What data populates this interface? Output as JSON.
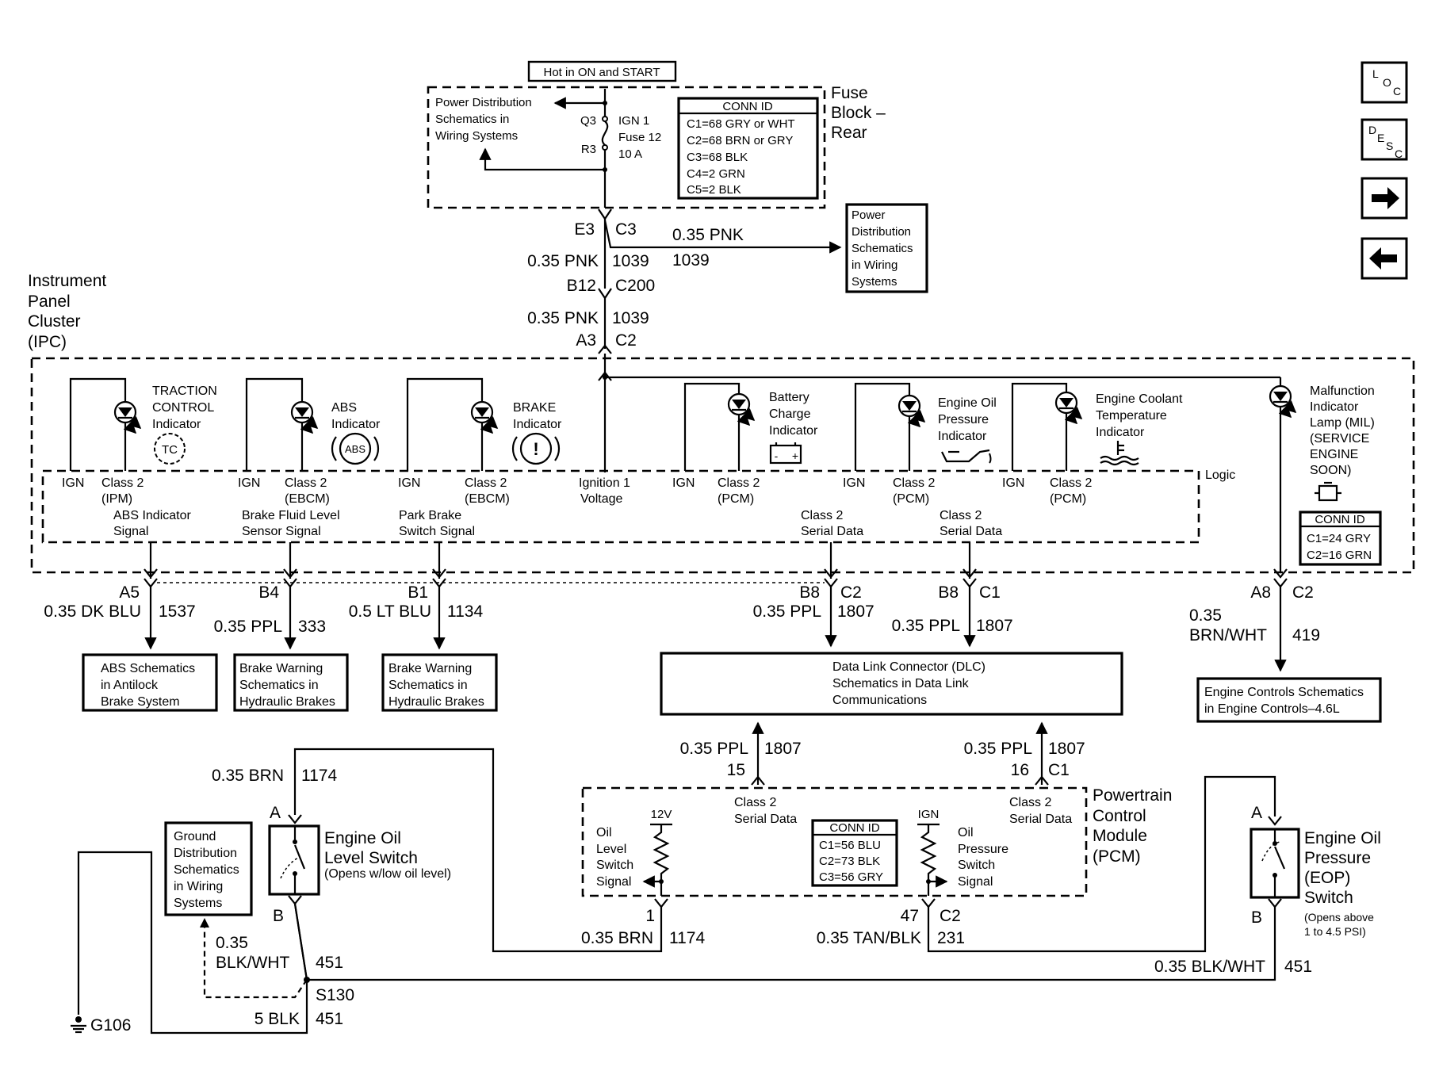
{
  "hot_label": "Hot in ON and START",
  "fuse_block": {
    "name": [
      "Fuse",
      "Block –",
      "Rear"
    ],
    "pd_ref": [
      "Power Distribution",
      "Schematics in",
      "Wiring Systems"
    ],
    "q3": "Q3",
    "r3": "R3",
    "fuse": [
      "IGN 1",
      "Fuse 12",
      "10 A"
    ],
    "conn_title": "CONN ID",
    "conn": [
      "C1=68 GRY or WHT",
      "C2=68 BRN or GRY",
      "C3=68 BLK",
      "C4=2 GRN",
      "C5=2 BLK"
    ]
  },
  "feed": {
    "e3": "E3",
    "c3": "C3",
    "wire_left": "0.35 PNK",
    "circ_left": "1039",
    "wire_right": "0.35 PNK",
    "circ_right": "1039",
    "pd_ref": [
      "Power",
      "Distribution",
      "Schematics",
      "in Wiring",
      "Systems"
    ],
    "b12": "B12",
    "c200": "C200",
    "wire2": "0.35 PNK",
    "circ2": "1039",
    "a3": "A3",
    "c2": "C2"
  },
  "ipc": {
    "name": [
      "Instrument",
      "Panel",
      "Cluster",
      "(IPC)"
    ],
    "logic": "Logic",
    "tc_label": [
      "TRACTION",
      "CONTROL",
      "Indicator"
    ],
    "tc_icon": "TC",
    "abs_label": [
      "ABS",
      "Indicator"
    ],
    "abs_icon": "ABS",
    "brake_label": [
      "BRAKE",
      "Indicator"
    ],
    "brake_icon": "!",
    "batt_label": [
      "Battery",
      "Charge",
      "Indicator"
    ],
    "oil_label": [
      "Engine Oil",
      "Pressure",
      "Indicator"
    ],
    "coolant_label": [
      "Engine Coolant",
      "Temperature",
      "Indicator"
    ],
    "mil_label": [
      "Malfunction",
      "Indicator",
      "Lamp (MIL)",
      "(SERVICE",
      "ENGINE",
      "SOON)"
    ],
    "mil_conn_title": "CONN ID",
    "mil_conn": [
      "C1=24 GRY",
      "C2=16 GRN"
    ],
    "ign": "IGN",
    "class2_ipm": [
      "Class 2",
      "(IPM)"
    ],
    "class2_ebcm": [
      "Class 2",
      "(EBCM)"
    ],
    "class2_pcm": [
      "Class 2",
      "(PCM)"
    ],
    "ignition_v": [
      "Ignition 1",
      "Voltage"
    ],
    "abs_sig": [
      "ABS Indicator",
      "Signal"
    ],
    "fluid_sig": [
      "Brake Fluid Level",
      "Sensor Signal"
    ],
    "park_sig": [
      "Park Brake",
      "Switch Signal"
    ],
    "serial": [
      "Class 2",
      "Serial Data"
    ]
  },
  "outputs": {
    "a5": "A5",
    "a5_wire": "0.35 DK BLU",
    "a5_circ": "1537",
    "b4": "B4",
    "b4_wire": "0.35 PPL",
    "b4_circ": "333",
    "b1": "B1",
    "b1_wire": "0.5 LT BLU",
    "b1_circ": "1134",
    "b8c2": "B8",
    "c2": "C2",
    "b8c2_wire": "0.35 PPL",
    "b8c2_circ": "1807",
    "b8c1": "B8",
    "c1": "C1",
    "b8c1_wire": "0.35 PPL",
    "b8c1_circ": "1807",
    "a8": "A8",
    "a8c2": "C2",
    "a8_wire": [
      "0.35",
      "BRN/WHT"
    ],
    "a8_circ": "419"
  },
  "refs": {
    "abs": [
      "ABS Schematics",
      "in Antilock",
      "Brake System"
    ],
    "brake1": [
      "Brake Warning",
      "Schematics in",
      "Hydraulic Brakes"
    ],
    "brake2": [
      "Brake Warning",
      "Schematics in",
      "Hydraulic Brakes"
    ],
    "dlc": [
      "Data Link Connector (DLC)",
      "Schematics in Data Link",
      "Communications"
    ],
    "engine": [
      "Engine Controls Schematics",
      "in Engine Controls–4.6L"
    ],
    "ground": [
      "Ground",
      "Distribution",
      "Schematics",
      "in Wiring",
      "Systems"
    ]
  },
  "pcm": {
    "name": [
      "Powertrain",
      "Control",
      "Module",
      "(PCM)"
    ],
    "dlc_w1": "0.35 PPL",
    "dlc_c1": "1807",
    "pin15": "15",
    "dlc_w2": "0.35 PPL",
    "dlc_c2": "1807",
    "pin16": "16",
    "c1": "C1",
    "serial": [
      "Class 2",
      "Serial Data"
    ],
    "conn_title": "CONN ID",
    "conn": [
      "C1=56 BLU",
      "C2=73 BLK",
      "C3=56 GRY"
    ],
    "v12": "12V",
    "ign": "IGN",
    "oil_level": [
      "Oil",
      "Level",
      "Switch",
      "Signal"
    ],
    "oil_press": [
      "Oil",
      "Pressure",
      "Switch",
      "Signal"
    ],
    "pin1": "1",
    "pin47": "47",
    "c2": "C2",
    "w1": "0.35 BRN",
    "w1c": "1174",
    "w47": "0.35 TAN/BLK",
    "w47c": "231"
  },
  "oil_level_sw": {
    "wire": "0.35 BRN",
    "circ": "1174",
    "a": "A",
    "b": "B",
    "name": [
      "Engine Oil",
      "Level Switch"
    ],
    "note": "(Opens w/low oil level)"
  },
  "eop": {
    "a": "A",
    "b": "B",
    "name": [
      "Engine Oil",
      "Pressure",
      "(EOP)",
      "Switch"
    ],
    "note": [
      "(Opens above",
      "1 to 4.5 PSI)"
    ],
    "wire": "0.35 BLK/WHT",
    "circ": "451"
  },
  "ground_path": {
    "wire": [
      "0.35",
      "BLK/WHT"
    ],
    "circ": "451",
    "splice": "S130",
    "gnd_wire": "5 BLK",
    "gnd_circ": "451",
    "g106": "G106"
  },
  "nav": {
    "loc": [
      "L",
      "O",
      "C"
    ],
    "desc": [
      "D",
      "E",
      "S",
      "C"
    ],
    "icons": [
      "loc-icon",
      "desc-icon",
      "arrow-right-icon",
      "arrow-left-icon"
    ]
  }
}
